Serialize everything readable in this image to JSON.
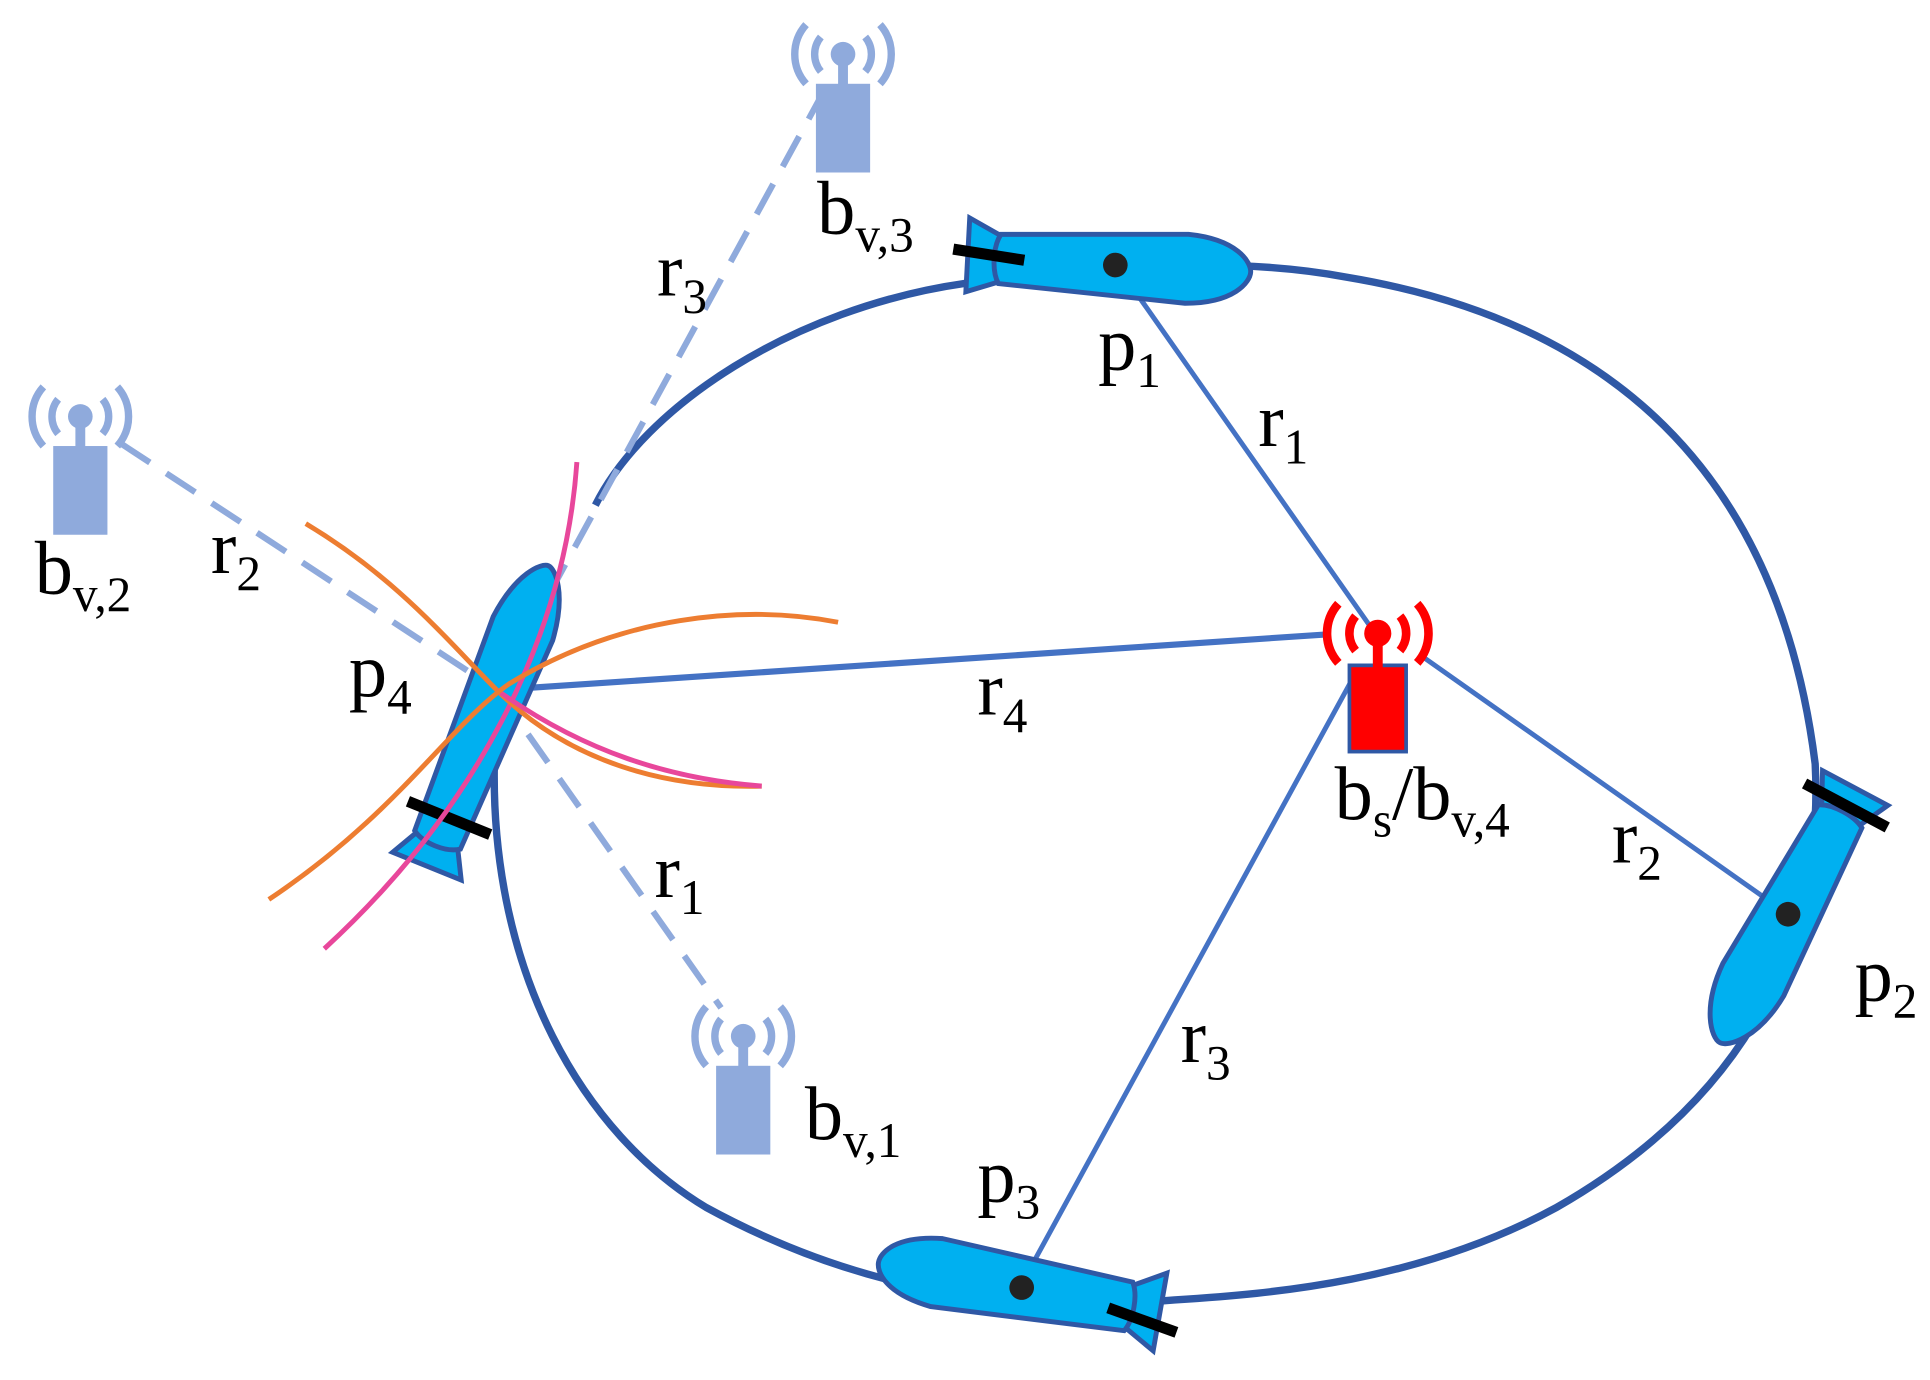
{
  "colors": {
    "orbit": "#2f58a5",
    "range_line": "#4472c4",
    "virtual_beacon": "#8faadc",
    "vehicle_fill": "#00b0f0",
    "vehicle_stroke": "#2f58a5",
    "true_beacon": "#ff0000",
    "arc_orange": "#ed7d31",
    "arc_pink": "#e8479b",
    "thruster": "#000000",
    "center_dot": "#222222"
  },
  "icons": {
    "vehicle": "auv-icon",
    "beacon": "antenna-tower-icon",
    "thruster": "propeller-bar-icon"
  },
  "labels": {
    "p1": {
      "base": "p",
      "sub": "1"
    },
    "p2": {
      "base": "p",
      "sub": "2"
    },
    "p3": {
      "base": "p",
      "sub": "3"
    },
    "p4": {
      "base": "p",
      "sub": "4"
    },
    "bv1": {
      "base": "b",
      "sub": "v,1"
    },
    "bv2": {
      "base": "b",
      "sub": "v,2"
    },
    "bv3": {
      "base": "b",
      "sub": "v,3"
    },
    "bs": {
      "base": "b",
      "sub": "s",
      "sep": "/",
      "base2": "b",
      "sub2": "v,4"
    },
    "r1_true": {
      "base": "r",
      "sub": "1"
    },
    "r2_true": {
      "base": "r",
      "sub": "2"
    },
    "r3_true": {
      "base": "r",
      "sub": "3"
    },
    "r4_true": {
      "base": "r",
      "sub": "4"
    },
    "r1_virtual": {
      "base": "r",
      "sub": "1"
    },
    "r2_virtual": {
      "base": "r",
      "sub": "2"
    },
    "r3_virtual": {
      "base": "r",
      "sub": "3"
    }
  }
}
